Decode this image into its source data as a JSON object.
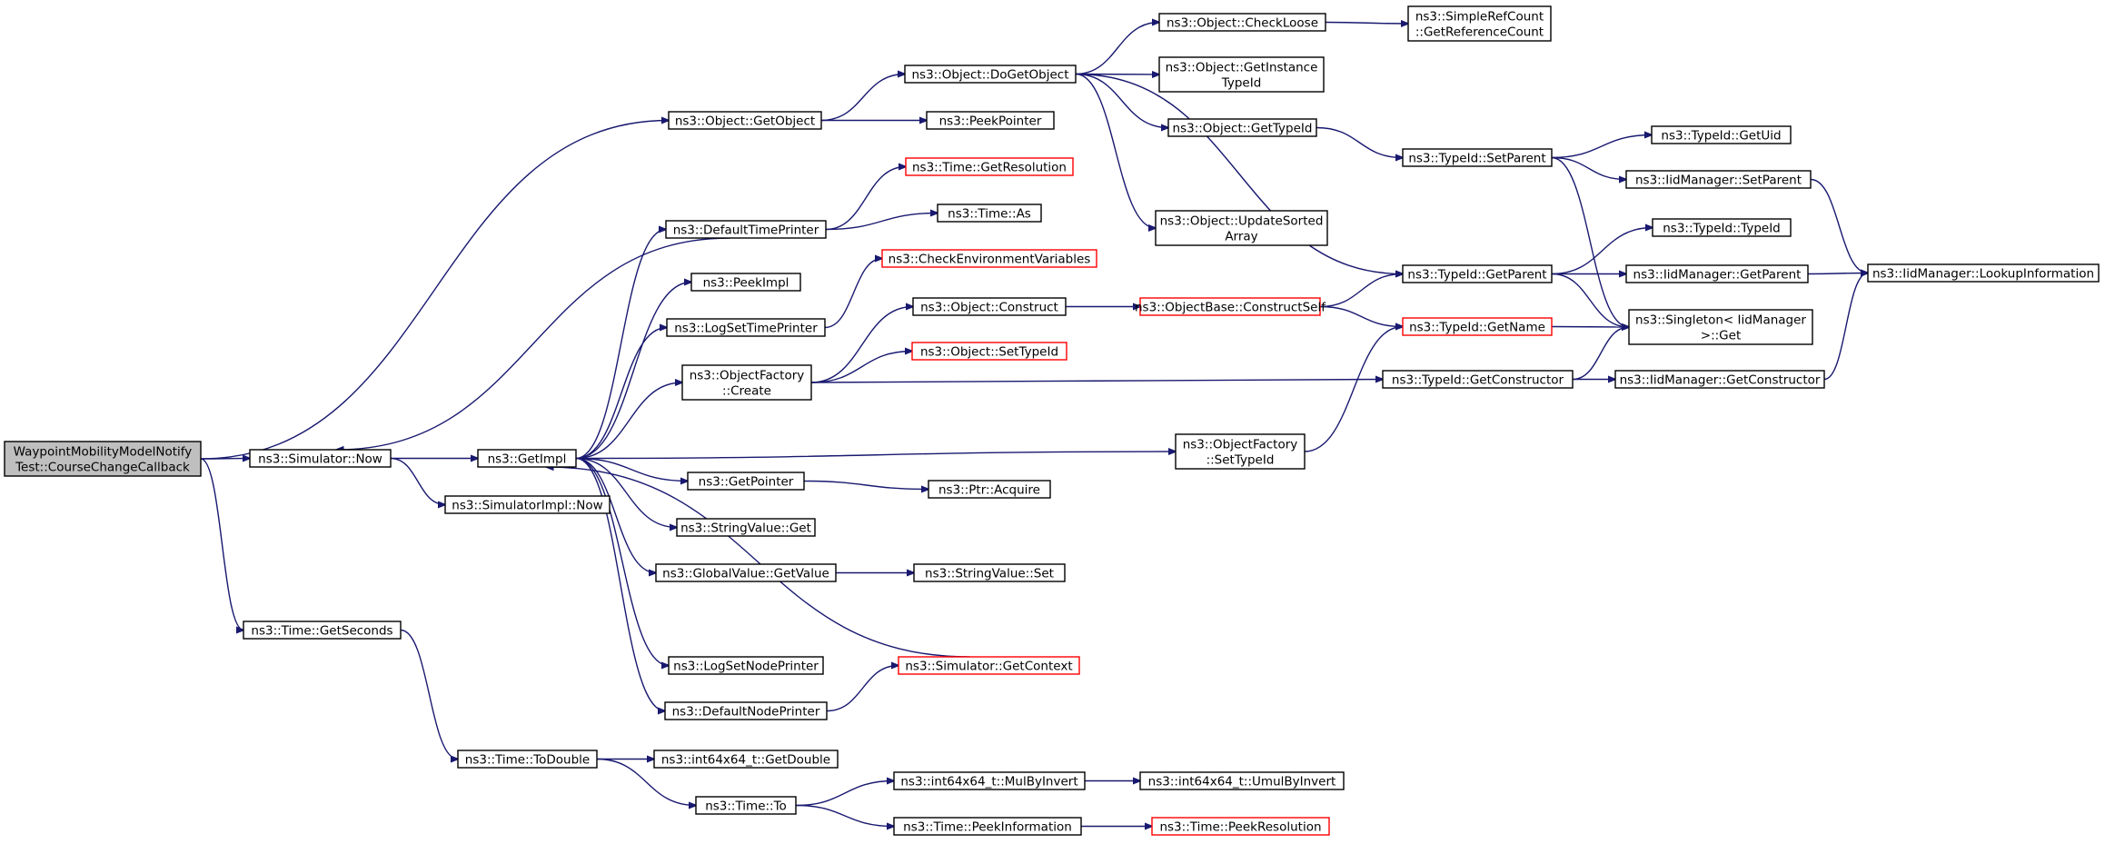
{
  "nodes": [
    {
      "id": "root",
      "lines": [
        "WaypointMobilityModelNotify",
        "Test::CourseChangeCallback"
      ],
      "style": "root"
    },
    {
      "id": "sim_now",
      "lines": [
        "ns3::Simulator::Now"
      ]
    },
    {
      "id": "getseconds",
      "lines": [
        "ns3::Time::GetSeconds"
      ]
    },
    {
      "id": "getobject",
      "lines": [
        "ns3::Object::GetObject"
      ]
    },
    {
      "id": "getimpl",
      "lines": [
        "ns3::GetImpl"
      ]
    },
    {
      "id": "simimpl_now",
      "lines": [
        "ns3::SimulatorImpl::Now"
      ]
    },
    {
      "id": "todouble",
      "lines": [
        "ns3::Time::ToDouble"
      ]
    },
    {
      "id": "dogetobject",
      "lines": [
        "ns3::Object::DoGetObject"
      ]
    },
    {
      "id": "peekpointer",
      "lines": [
        "ns3::PeekPointer"
      ]
    },
    {
      "id": "checkloose",
      "lines": [
        "ns3::Object::CheckLoose"
      ]
    },
    {
      "id": "getinstancetypeid",
      "lines": [
        "ns3::Object::GetInstance",
        "TypeId"
      ]
    },
    {
      "id": "obj_gettypeid",
      "lines": [
        "ns3::Object::GetTypeId"
      ]
    },
    {
      "id": "updatesorted",
      "lines": [
        "ns3::Object::UpdateSorted",
        "Array"
      ]
    },
    {
      "id": "getrefcount",
      "lines": [
        "ns3::SimpleRefCount",
        "::GetReferenceCount"
      ]
    },
    {
      "id": "defaulttimeprinter",
      "lines": [
        "ns3::DefaultTimePrinter"
      ]
    },
    {
      "id": "peekimpl",
      "lines": [
        "ns3::PeekImpl"
      ]
    },
    {
      "id": "logsettimeprinter",
      "lines": [
        "ns3::LogSetTimePrinter"
      ]
    },
    {
      "id": "objfactory_create",
      "lines": [
        "ns3::ObjectFactory",
        "::Create"
      ]
    },
    {
      "id": "getpointer",
      "lines": [
        "ns3::GetPointer"
      ]
    },
    {
      "id": "stringvalue_get",
      "lines": [
        "ns3::StringValue::Get"
      ]
    },
    {
      "id": "globalvalue_getvalue",
      "lines": [
        "ns3::GlobalValue::GetValue"
      ]
    },
    {
      "id": "logsetnodeprinter",
      "lines": [
        "ns3::LogSetNodePrinter"
      ]
    },
    {
      "id": "defaultnodeprinter",
      "lines": [
        "ns3::DefaultNodePrinter"
      ]
    },
    {
      "id": "getresolution",
      "lines": [
        "ns3::Time::GetResolution"
      ],
      "style": "trunc"
    },
    {
      "id": "time_as",
      "lines": [
        "ns3::Time::As"
      ]
    },
    {
      "id": "checkenv",
      "lines": [
        "ns3::CheckEnvironmentVariables"
      ],
      "style": "trunc"
    },
    {
      "id": "obj_construct",
      "lines": [
        "ns3::Object::Construct"
      ]
    },
    {
      "id": "obj_settypeid",
      "lines": [
        "ns3::Object::SetTypeId"
      ],
      "style": "trunc"
    },
    {
      "id": "ptr_acquire",
      "lines": [
        "ns3::Ptr::Acquire"
      ]
    },
    {
      "id": "stringvalue_set",
      "lines": [
        "ns3::StringValue::Set"
      ]
    },
    {
      "id": "sim_getcontext",
      "lines": [
        "ns3::Simulator::GetContext"
      ],
      "style": "trunc"
    },
    {
      "id": "objbase_constructself",
      "lines": [
        "ns3::ObjectBase::ConstructSelf"
      ],
      "style": "trunc"
    },
    {
      "id": "objfactory_settypeid",
      "lines": [
        "ns3::ObjectFactory",
        "::SetTypeId"
      ]
    },
    {
      "id": "int64_getdouble",
      "lines": [
        "ns3::int64x64_t::GetDouble"
      ]
    },
    {
      "id": "time_to",
      "lines": [
        "ns3::Time::To"
      ]
    },
    {
      "id": "int64_mulbyinvert",
      "lines": [
        "ns3::int64x64_t::MulByInvert"
      ]
    },
    {
      "id": "time_peekinformation",
      "lines": [
        "ns3::Time::PeekInformation"
      ]
    },
    {
      "id": "int64_umulbyinvert",
      "lines": [
        "ns3::int64x64_t::UmulByInvert"
      ]
    },
    {
      "id": "time_peekresolution",
      "lines": [
        "ns3::Time::PeekResolution"
      ],
      "style": "trunc"
    },
    {
      "id": "typeid_setparent",
      "lines": [
        "ns3::TypeId::SetParent"
      ]
    },
    {
      "id": "typeid_getparent",
      "lines": [
        "ns3::TypeId::GetParent"
      ]
    },
    {
      "id": "typeid_getname",
      "lines": [
        "ns3::TypeId::GetName"
      ],
      "style": "trunc"
    },
    {
      "id": "typeid_getconstructor",
      "lines": [
        "ns3::TypeId::GetConstructor"
      ]
    },
    {
      "id": "typeid_getuid",
      "lines": [
        "ns3::TypeId::GetUid"
      ]
    },
    {
      "id": "iid_setparent",
      "lines": [
        "ns3::IidManager::SetParent"
      ]
    },
    {
      "id": "typeid_typeid",
      "lines": [
        "ns3::TypeId::TypeId"
      ]
    },
    {
      "id": "iid_getparent",
      "lines": [
        "ns3::IidManager::GetParent"
      ]
    },
    {
      "id": "singleton_get",
      "lines": [
        "ns3::Singleton< IidManager",
        ">::Get"
      ]
    },
    {
      "id": "iid_getconstructor",
      "lines": [
        "ns3::IidManager::GetConstructor"
      ]
    },
    {
      "id": "iid_lookupinfo",
      "lines": [
        "ns3::IidManager::LookupInformation"
      ]
    }
  ],
  "edges": [
    [
      "root",
      "sim_now"
    ],
    [
      "root",
      "getseconds"
    ],
    [
      "root",
      "getobject"
    ],
    [
      "sim_now",
      "getimpl"
    ],
    [
      "sim_now",
      "simimpl_now"
    ],
    [
      "getseconds",
      "todouble"
    ],
    [
      "getobject",
      "dogetobject"
    ],
    [
      "getobject",
      "peekpointer"
    ],
    [
      "dogetobject",
      "checkloose"
    ],
    [
      "dogetobject",
      "getinstancetypeid"
    ],
    [
      "dogetobject",
      "obj_gettypeid"
    ],
    [
      "dogetobject",
      "updatesorted"
    ],
    [
      "dogetobject",
      "typeid_getparent"
    ],
    [
      "checkloose",
      "getrefcount"
    ],
    [
      "getimpl",
      "defaulttimeprinter"
    ],
    [
      "getimpl",
      "peekimpl"
    ],
    [
      "getimpl",
      "logsettimeprinter"
    ],
    [
      "getimpl",
      "objfactory_create"
    ],
    [
      "getimpl",
      "getpointer"
    ],
    [
      "getimpl",
      "stringvalue_get"
    ],
    [
      "getimpl",
      "globalvalue_getvalue"
    ],
    [
      "getimpl",
      "logsetnodeprinter"
    ],
    [
      "getimpl",
      "defaultnodeprinter"
    ],
    [
      "getimpl",
      "objfactory_settypeid"
    ],
    [
      "defaulttimeprinter",
      "getresolution"
    ],
    [
      "defaulttimeprinter",
      "time_as"
    ],
    [
      "defaulttimeprinter",
      "sim_now"
    ],
    [
      "logsettimeprinter",
      "checkenv"
    ],
    [
      "objfactory_create",
      "obj_construct"
    ],
    [
      "objfactory_create",
      "obj_settypeid"
    ],
    [
      "objfactory_create",
      "typeid_getconstructor"
    ],
    [
      "obj_construct",
      "objbase_constructself"
    ],
    [
      "objbase_constructself",
      "typeid_getparent"
    ],
    [
      "objbase_constructself",
      "typeid_getname"
    ],
    [
      "getpointer",
      "ptr_acquire"
    ],
    [
      "globalvalue_getvalue",
      "stringvalue_set"
    ],
    [
      "sim_getcontext",
      "getimpl"
    ],
    [
      "defaultnodeprinter",
      "sim_getcontext"
    ],
    [
      "objfactory_settypeid",
      "typeid_getname"
    ],
    [
      "obj_gettypeid",
      "typeid_setparent"
    ],
    [
      "typeid_setparent",
      "typeid_getuid"
    ],
    [
      "typeid_setparent",
      "iid_setparent"
    ],
    [
      "typeid_setparent",
      "singleton_get"
    ],
    [
      "typeid_getparent",
      "typeid_typeid"
    ],
    [
      "typeid_getparent",
      "iid_getparent"
    ],
    [
      "typeid_getparent",
      "singleton_get"
    ],
    [
      "typeid_getname",
      "singleton_get"
    ],
    [
      "typeid_getconstructor",
      "singleton_get"
    ],
    [
      "typeid_getconstructor",
      "iid_getconstructor"
    ],
    [
      "iid_setparent",
      "iid_lookupinfo"
    ],
    [
      "iid_getparent",
      "iid_lookupinfo"
    ],
    [
      "iid_getconstructor",
      "iid_lookupinfo"
    ],
    [
      "todouble",
      "int64_getdouble"
    ],
    [
      "todouble",
      "time_to"
    ],
    [
      "time_to",
      "int64_mulbyinvert"
    ],
    [
      "time_to",
      "time_peekinformation"
    ],
    [
      "int64_mulbyinvert",
      "int64_umulbyinvert"
    ],
    [
      "time_peekinformation",
      "time_peekresolution"
    ]
  ]
}
